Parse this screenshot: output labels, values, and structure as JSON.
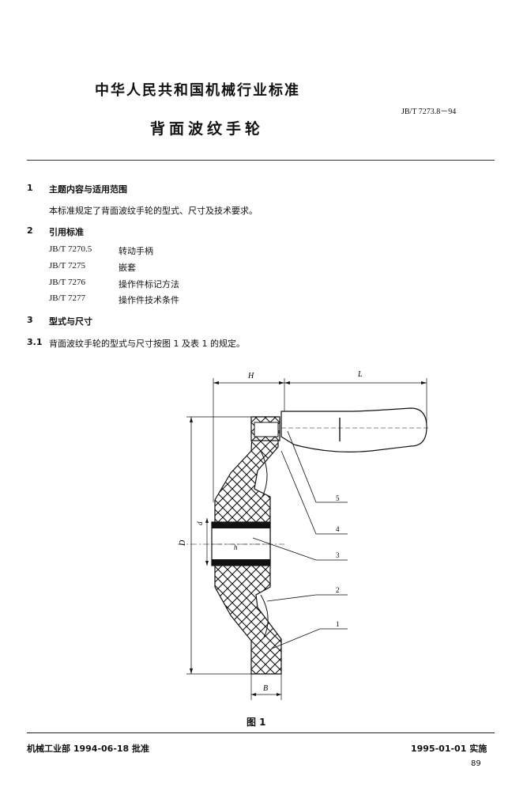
{
  "header": {
    "org_title": "中华人民共和国机械行业标准",
    "standard_code": "JB/T 7273.8－94",
    "doc_title": "背面波纹手轮"
  },
  "sections": {
    "s1": {
      "num": "1",
      "title": "主题内容与适用范围",
      "body": "本标准规定了背面波纹手轮的型式、尺寸及技术要求。"
    },
    "s2": {
      "num": "2",
      "title": "引用标准",
      "refs": [
        {
          "code": "JB/T 7270.5",
          "name": "转动手柄"
        },
        {
          "code": "JB/T 7275",
          "name": "嵌套"
        },
        {
          "code": "JB/T 7276",
          "name": "操作件标记方法"
        },
        {
          "code": "JB/T 7277",
          "name": "操作件技术条件"
        }
      ]
    },
    "s3": {
      "num": "3",
      "title": "型式与尺寸"
    },
    "s31": {
      "num": "3.1",
      "body": "背面波纹手轮的型式与尺寸按图 1 及表 1 的规定。"
    }
  },
  "figure": {
    "labels": {
      "H": "H",
      "L": "L",
      "D": "D",
      "d": "d",
      "B": "B",
      "h": "h"
    },
    "callouts": [
      "5",
      "4",
      "3",
      "2",
      "1"
    ],
    "caption": "图 1"
  },
  "footer": {
    "left": "机械工业部 1994-06-18 批准",
    "right": "1995-01-01 实施",
    "page": "89"
  }
}
